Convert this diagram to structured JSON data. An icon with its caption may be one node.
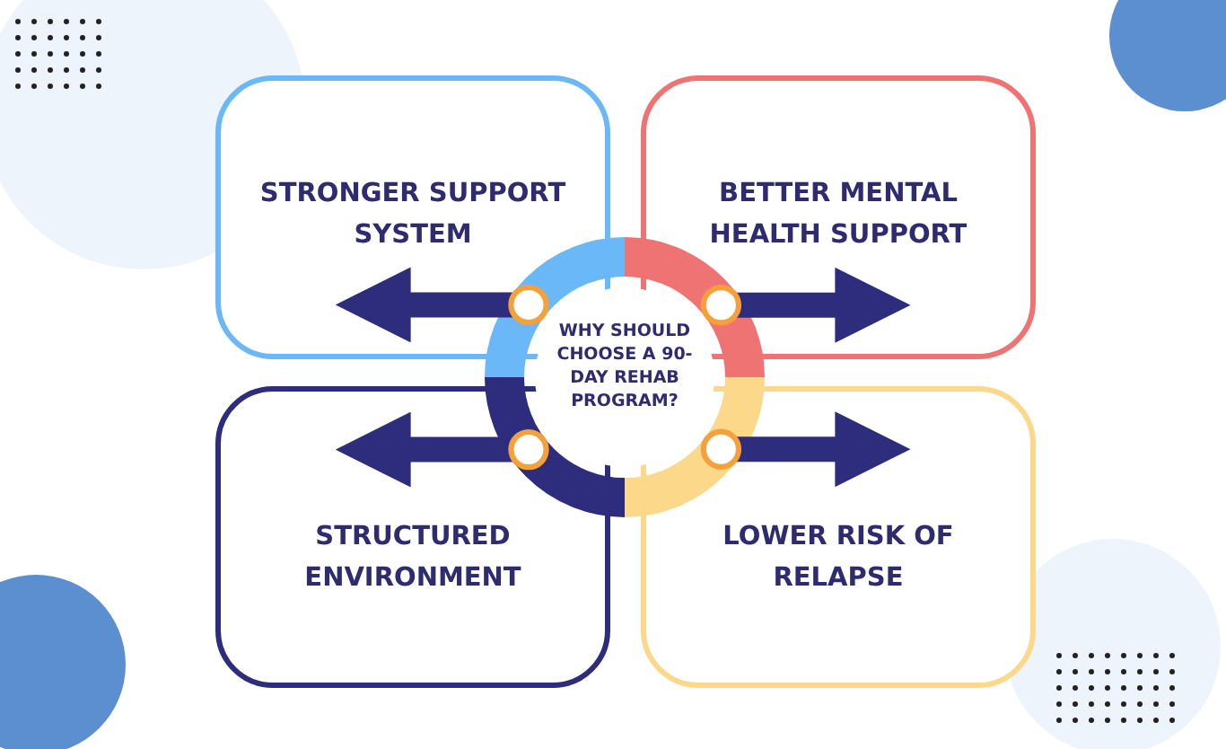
{
  "diagram": {
    "nodes": [
      {
        "text": [
          "STRONGER SUPPORT SYSTEM"
        ]
      },
      {
        "text": [
          "BETTER MENTAL HEALTH SUPPORT"
        ]
      },
      {
        "text": [
          "WHY SHOULD CHOOSE A 90-DAY REHAB PROGRAM?"
        ]
      },
      {
        "text": [
          "STRUCTURED ENVIRONMENT"
        ]
      },
      {
        "text": [
          "LOWER RISK OF RELAPSE"
        ]
      }
    ],
    "edges": [
      {
        "from": 2,
        "to": 0,
        "arrow": "to"
      },
      {
        "from": 2,
        "to": 1,
        "arrow": "to"
      },
      {
        "from": 2,
        "to": 3,
        "arrow": "to"
      },
      {
        "from": 2,
        "to": 4,
        "arrow": "to"
      }
    ]
  }
}
